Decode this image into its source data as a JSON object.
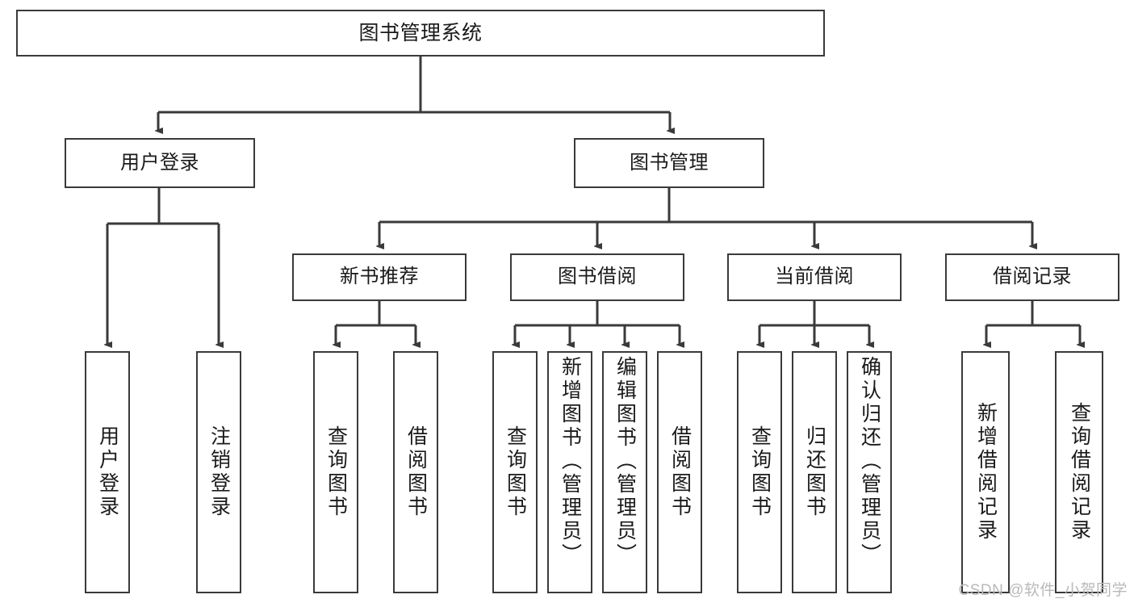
{
  "diagram": {
    "type": "tree-hierarchy",
    "title_node": {
      "id": "root",
      "label": "图书管理系统"
    },
    "level2": [
      {
        "id": "login",
        "label": "用户登录"
      },
      {
        "id": "bookmgmt",
        "label": "图书管理"
      }
    ],
    "level3": [
      {
        "id": "newbook",
        "label": "新书推荐"
      },
      {
        "id": "borrow",
        "label": "图书借阅"
      },
      {
        "id": "current",
        "label": "当前借阅"
      },
      {
        "id": "records",
        "label": "借阅记录"
      }
    ],
    "leaves": {
      "login": [
        {
          "id": "user-login",
          "label": "用户登录"
        },
        {
          "id": "user-logout",
          "label": "注销登录"
        }
      ],
      "newbook": [
        {
          "id": "nb-query",
          "label": "查询图书"
        },
        {
          "id": "nb-borrow",
          "label": "借阅图书"
        }
      ],
      "borrow": [
        {
          "id": "bw-query",
          "label": "查询图书"
        },
        {
          "id": "bw-add",
          "label": "新增图书（管理员）"
        },
        {
          "id": "bw-edit",
          "label": "编辑图书（管理员）"
        },
        {
          "id": "bw-borrow",
          "label": "借阅图书"
        }
      ],
      "current": [
        {
          "id": "cu-query",
          "label": "查询图书"
        },
        {
          "id": "cu-return",
          "label": "归还图书"
        },
        {
          "id": "cu-confirm",
          "label": "确认归还（管理员）"
        }
      ],
      "records": [
        {
          "id": "rc-add",
          "label": "新增借阅记录"
        },
        {
          "id": "rc-query",
          "label": "查询借阅记录"
        }
      ]
    },
    "colors": {
      "stroke": "#3a3a3a",
      "fill": "#ffffff",
      "text": "#1a1a1a",
      "watermark": "#b9b9b9"
    }
  },
  "watermark": {
    "text": "CSDN @软件_小贺同学"
  }
}
